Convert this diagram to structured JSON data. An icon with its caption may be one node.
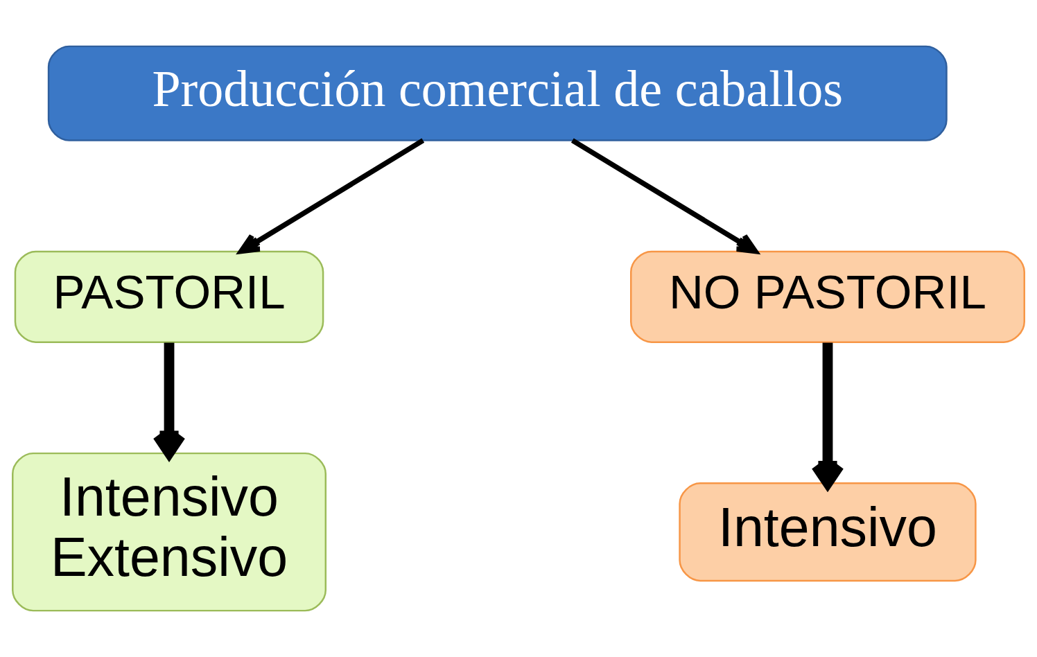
{
  "diagram": {
    "nodes": [
      {
        "text": [
          "Producción comercial de caballos"
        ]
      },
      {
        "text": [
          "PASTORIL"
        ]
      },
      {
        "text": [
          "NO PASTORIL"
        ]
      },
      {
        "text": [
          "Intensivo",
          "Extensivo"
        ]
      },
      {
        "text": [
          "Intensivo"
        ]
      }
    ],
    "edges": [
      {
        "from": 0,
        "to": 1,
        "arrow": "to"
      },
      {
        "from": 0,
        "to": 2,
        "arrow": "to"
      },
      {
        "from": 1,
        "to": 3,
        "arrow": "to",
        "style": "thick"
      },
      {
        "from": 2,
        "to": 4,
        "arrow": "to",
        "style": "thick"
      }
    ]
  }
}
